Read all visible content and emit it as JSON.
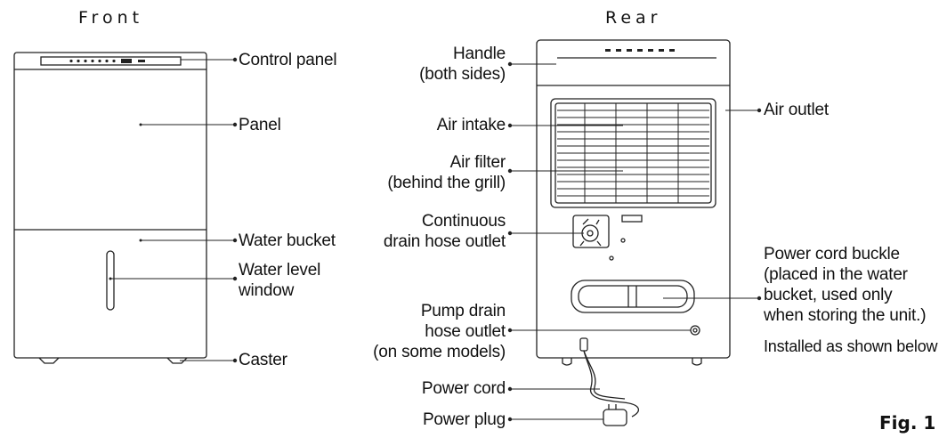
{
  "views": {
    "front_title": "Front",
    "rear_title": "Rear"
  },
  "front_labels": {
    "control_panel": "Control panel",
    "panel": "Panel",
    "water_bucket": "Water bucket",
    "water_level_window": [
      "Water level",
      "window"
    ],
    "caster": "Caster"
  },
  "rear_labels": {
    "handle": [
      "Handle",
      "(both sides)"
    ],
    "air_intake": "Air intake",
    "air_filter": [
      "Air filter",
      "(behind the grill)"
    ],
    "drain_outlet": [
      "Continuous",
      "drain hose outlet"
    ],
    "pump_outlet": [
      "Pump drain",
      "hose outlet",
      "(on some models)"
    ],
    "power_cord": "Power cord",
    "power_plug": "Power plug",
    "air_outlet": "Air outlet",
    "cord_buckle": [
      "Power cord buckle",
      "(placed in the water",
      "bucket, used only",
      "when storing the unit.)"
    ],
    "installed_note": "Installed as shown below"
  },
  "figure_label": "Fig. 1"
}
